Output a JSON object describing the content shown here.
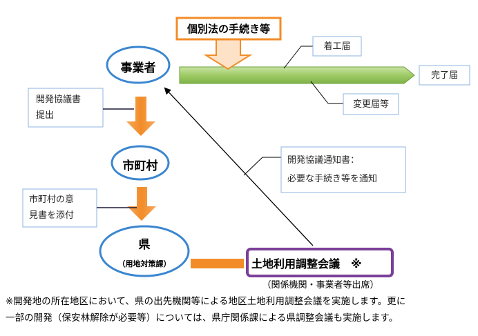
{
  "nodes": {
    "business_operator": "事業者",
    "municipality": "市町村",
    "prefecture": "県",
    "prefecture_sub": "（用地対策課）"
  },
  "procedures": {
    "individual_law": "個別法の手続き等",
    "start_notice": "着工届",
    "completion_notice": "完了届",
    "change_notice": "変更届等"
  },
  "notes": {
    "submit_line1": "開発協議書",
    "submit_line2": "提出",
    "opinion_line1": "市町村の意",
    "opinion_line2": "見書を添付",
    "notice_line1": "開発協議通知書：",
    "notice_line2": "必要な手続き等を通知"
  },
  "council": {
    "title": "土地利用調整会議　※",
    "attendees": "（関係機関・事業者等出席）"
  },
  "footnote": {
    "line1": "※開発地の所在地区において、県の出先機関等による地区土地利用調整会議を実施します。更に",
    "line2": "一部の開発（保安林解除が必要等）については、県庁関係課による県調整会議も実施します。"
  },
  "colors": {
    "ellipse_border": "#3a86d0",
    "orange_arrow": "#f28c28",
    "orange_fill_light": "#f7b37a",
    "green_arrow": "#8cc152",
    "note_border": "#8db3df",
    "council_border": "#7b3f98"
  }
}
